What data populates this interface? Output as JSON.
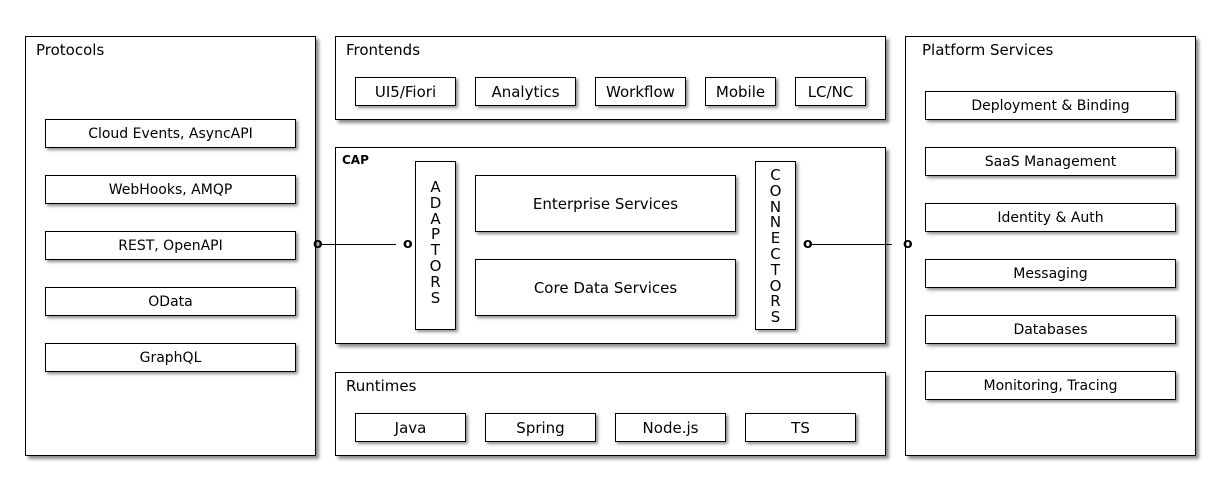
{
  "protocols": {
    "title": "Protocols",
    "items": [
      "Cloud Events, AsyncAPI",
      "WebHooks, AMQP",
      "REST, OpenAPI",
      "OData",
      "GraphQL"
    ]
  },
  "frontends": {
    "title": "Frontends",
    "items": [
      "UI5/Fiori",
      "Analytics",
      "Workflow",
      "Mobile",
      "LC/NC"
    ]
  },
  "cap": {
    "title": "CAP",
    "adaptors": "ADAPTORS",
    "connectors": "CONNECTORS",
    "enterprise_services": "Enterprise Services",
    "core_data_services": "Core Data Services"
  },
  "runtimes": {
    "title": "Runtimes",
    "items": [
      "Java",
      "Spring",
      "Node.js",
      "TS"
    ]
  },
  "platform": {
    "title": "Platform Services",
    "items": [
      "Deployment & Binding",
      "SaaS Management",
      "Identity & Auth",
      "Messaging",
      "Databases",
      "Monitoring, Tracing"
    ]
  },
  "connector_glyph": "o"
}
